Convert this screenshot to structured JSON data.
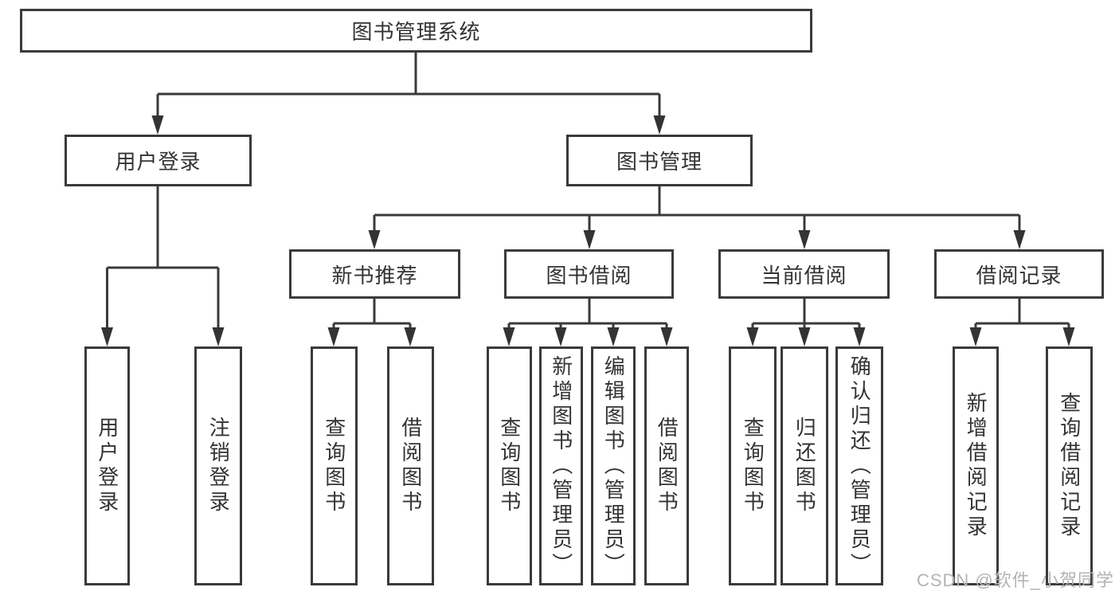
{
  "nodes": {
    "root": "图书管理系统",
    "user_login": "用户登录",
    "book_management": "图书管理",
    "new_book_recommend": "新书推荐",
    "book_borrowing": "图书借阅",
    "current_borrowing": "当前借阅",
    "borrowing_records": "借阅记录",
    "leaf_user_login": "用户登录",
    "leaf_logout": "注销登录",
    "leaf_nb_query_books": "查询图书",
    "leaf_nb_borrow_books": "借阅图书",
    "leaf_bb_query_books": "查询图书",
    "leaf_bb_add_books": "新增图书（管理员）",
    "leaf_bb_edit_books": "编辑图书（管理员）",
    "leaf_bb_borrow_books": "借阅图书",
    "leaf_cb_query_books": "查询图书",
    "leaf_cb_return_books": "归还图书",
    "leaf_cb_confirm_return": "确认归还（管理员）",
    "leaf_br_add_record": "新增借阅记录",
    "leaf_br_query_record": "查询借阅记录"
  },
  "watermark": {
    "text": "CSDN @软件_小贺同学",
    "color": "#b3b3b3"
  },
  "colors": {
    "line": "#3a3a3a",
    "box_border": "#3a3a3a",
    "text": "#333333",
    "background": "#ffffff"
  }
}
